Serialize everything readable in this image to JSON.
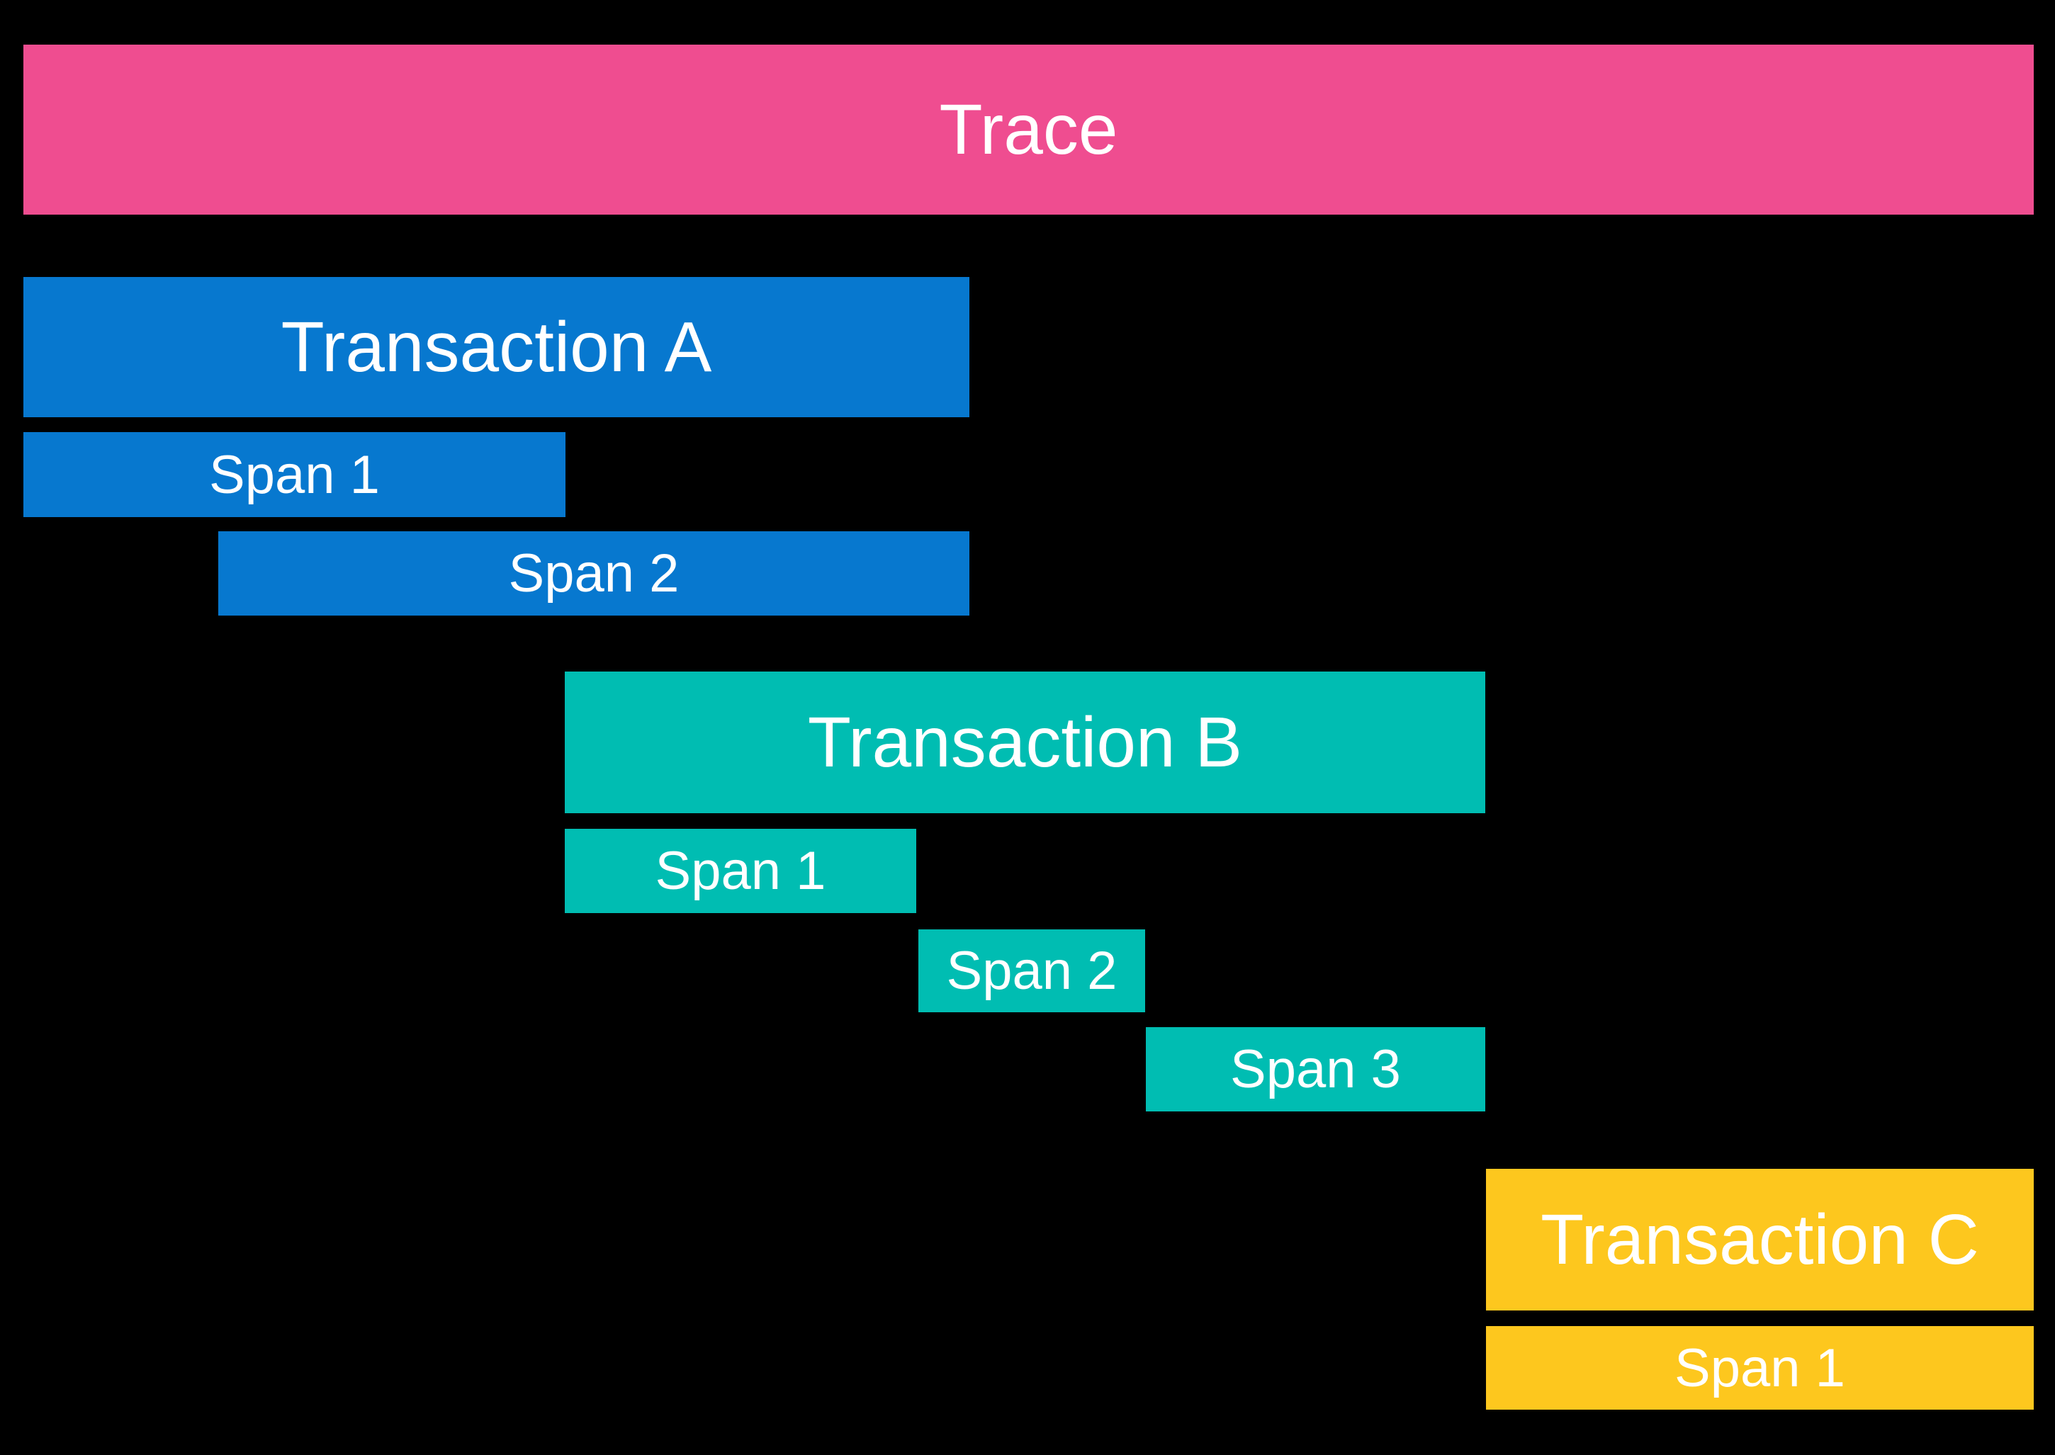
{
  "diagram": {
    "description": "Distributed tracing waterfall diagram: one trace containing three transactions, each containing spans"
  },
  "colors": {
    "background": "#000000",
    "trace": "#EF4D90",
    "transaction_a": "#0778CF",
    "transaction_b": "#00BDB2",
    "transaction_c": "#FDC71E",
    "label_text": "#FFFFFF"
  },
  "trace": {
    "label": "Trace"
  },
  "transactions": [
    {
      "id": "A",
      "label": "Transaction A",
      "spans": [
        {
          "label": "Span 1"
        },
        {
          "label": "Span 2"
        }
      ]
    },
    {
      "id": "B",
      "label": "Transaction B",
      "spans": [
        {
          "label": "Span 1"
        },
        {
          "label": "Span 2"
        },
        {
          "label": "Span 3"
        }
      ]
    },
    {
      "id": "C",
      "label": "Transaction C",
      "spans": [
        {
          "label": "Span 1"
        }
      ]
    }
  ]
}
